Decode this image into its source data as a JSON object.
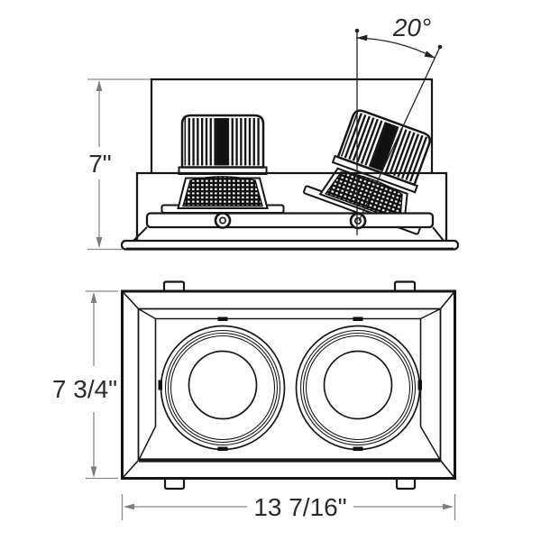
{
  "diagram": {
    "kind": "technical-drawing",
    "subject": "double-head recessed downlight fixture, side elevation and bottom plan views",
    "colors": {
      "line": "#161616",
      "dimension_line": "#8a8a8a",
      "text": "#2b2b2b",
      "background": "#ffffff"
    },
    "side_view": {
      "height_label": "7\"",
      "angle_label": "20°"
    },
    "bottom_view": {
      "height_label": "7 3/4\"",
      "width_label": "13 7/16\""
    }
  }
}
